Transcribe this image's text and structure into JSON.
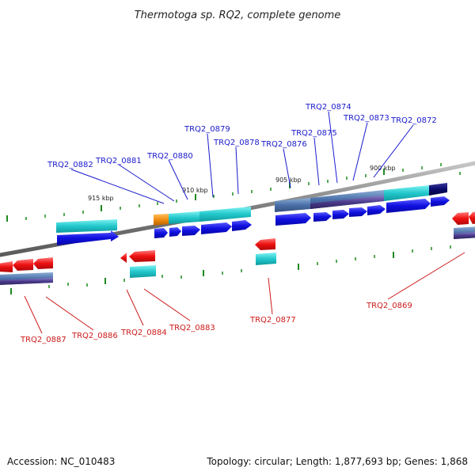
{
  "title": "Thermotoga sp. RQ2, complete genome",
  "footer": {
    "accession": "Accession: NC_010483",
    "summary": "Topology: circular; Length: 1,877,693 bp; Genes: 1,868"
  },
  "scale_labels": [
    "915 kbp",
    "910 kbp",
    "905 kbp",
    "900 kbp"
  ],
  "forward_genes": [
    "TRQ2_0882",
    "TRQ2_0881",
    "TRQ2_0880",
    "TRQ2_0879",
    "TRQ2_0878",
    "TRQ2_0876",
    "TRQ2_0875",
    "TRQ2_0874",
    "TRQ2_0873",
    "TRQ2_0872"
  ],
  "reverse_genes": [
    "TRQ2_0887",
    "TRQ2_0886",
    "TRQ2_0884",
    "TRQ2_0883",
    "TRQ2_0877",
    "TRQ2_0869"
  ],
  "colors": {
    "cds_forward": "#1010e0",
    "cds_reverse": "#ee1111",
    "gene_teal": "#22c8cc",
    "gene_slate": "#4a70a8",
    "gene_navy": "#0a0a6a",
    "gene_orange": "#f08c10",
    "backbone": "#8a8a8a",
    "ticks": "#1e8a1e",
    "label_forward": "#1a1acc",
    "label_reverse": "#cc1a1a"
  }
}
